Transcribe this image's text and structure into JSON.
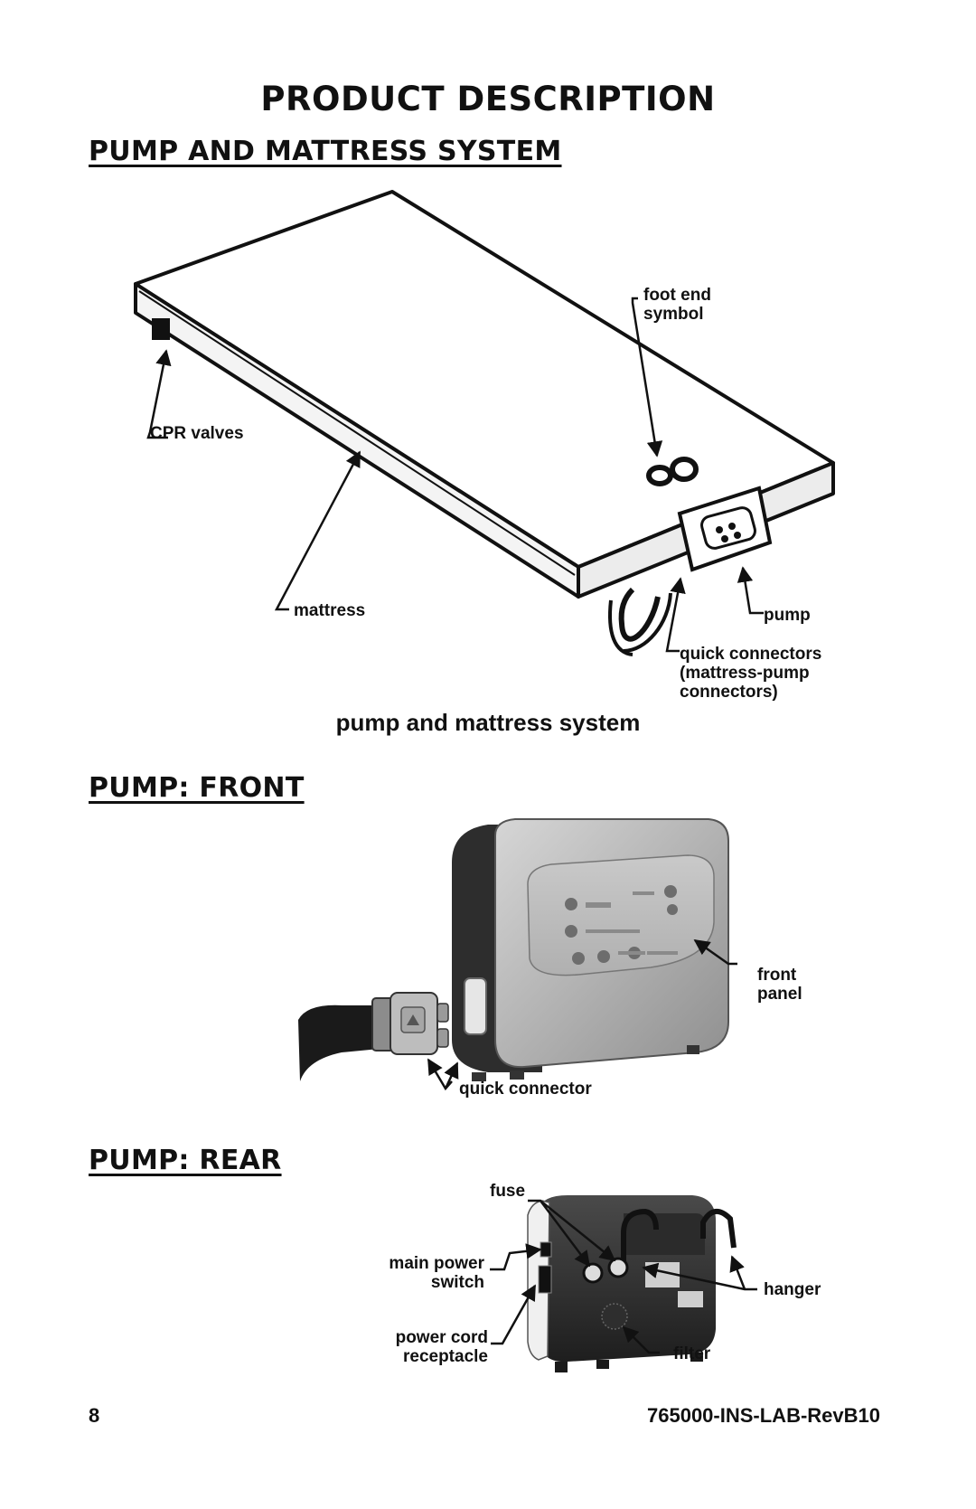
{
  "title": "PRODUCT DESCRIPTION",
  "sections": {
    "system": {
      "heading": "PUMP AND MATTRESS SYSTEM",
      "caption": "pump and mattress system",
      "callouts": {
        "foot_end_1": "foot end",
        "foot_end_2": "symbol",
        "cpr_valves": "CPR valves",
        "mattress": "mattress",
        "pump": "pump",
        "quick_connectors_1": "quick connectors",
        "quick_connectors_2": "(mattress-pump",
        "quick_connectors_3": "connectors)"
      }
    },
    "front": {
      "heading": "PUMP: FRONT",
      "callouts": {
        "front_panel_1": "front",
        "front_panel_2": "panel",
        "quick_connector": "quick connector"
      }
    },
    "rear": {
      "heading": "PUMP: REAR",
      "callouts": {
        "fuse": "fuse",
        "main_power_1": "main power",
        "main_power_2": "switch",
        "power_cord_1": "power cord",
        "power_cord_2": "receptacle",
        "hanger": "hanger",
        "filter": "filter"
      }
    }
  },
  "footer": {
    "page_number": "8",
    "doc_id": "765000-INS-LAB-RevB10"
  }
}
